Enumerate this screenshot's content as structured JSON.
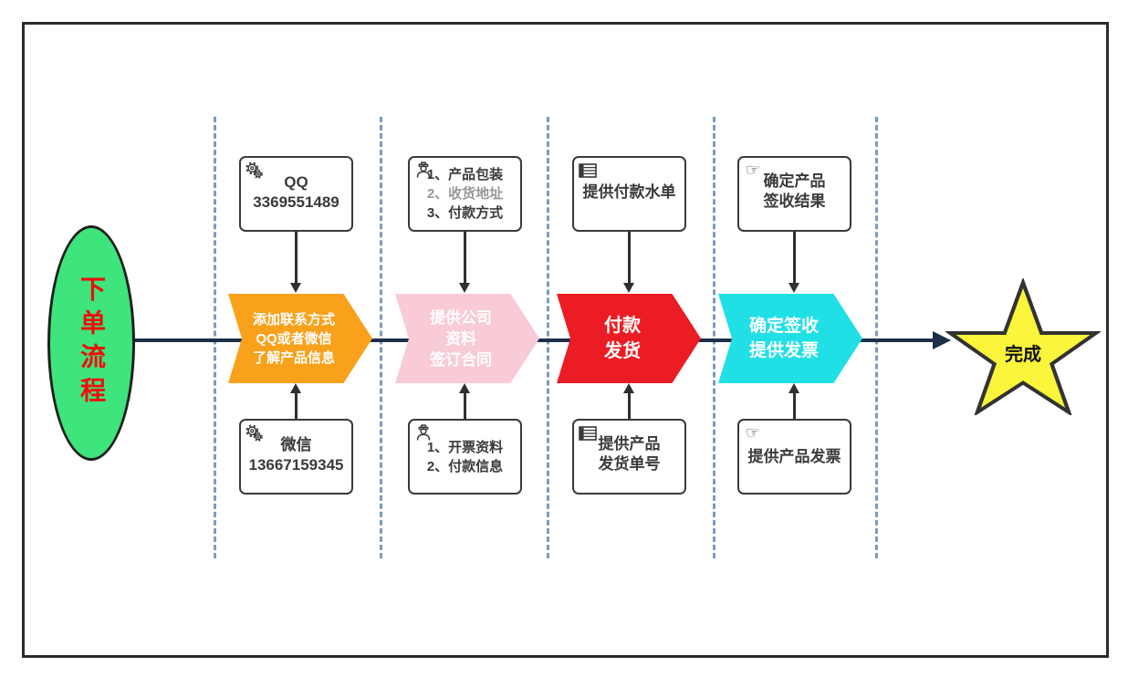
{
  "flow": {
    "start": {
      "label": "下单流程",
      "fill": "#3DE57C",
      "text_color": "#F10C0C"
    },
    "end": {
      "label": "完成",
      "fill": "#FBF53B"
    },
    "line_color": "#1C2F49",
    "lane_divider_color": "#7C9CC0",
    "hand_glyph": "☞",
    "stages": [
      {
        "chevron": {
          "fill": "#F9A11B",
          "lines": [
            "添加联系方式",
            "QQ或者微信",
            "了解产品信息"
          ]
        },
        "top_note": {
          "icon": "gears-icon",
          "lines": [
            "QQ",
            "3369551489"
          ]
        },
        "bottom_note": {
          "icon": "gears-icon",
          "lines": [
            "微信",
            "13667159345"
          ]
        }
      },
      {
        "chevron": {
          "fill": "#F8CBD6",
          "lines": [
            "提供公司",
            "资料",
            "签订合同"
          ]
        },
        "top_note": {
          "icon": "worker-icon",
          "lines": [
            "1、产品包装",
            "2、收货地址",
            "3、付款方式"
          ]
        },
        "bottom_note": {
          "icon": "worker-icon",
          "lines": [
            "1、开票资料",
            "2、付款信息"
          ]
        }
      },
      {
        "chevron": {
          "fill": "#EB1C24",
          "lines": [
            "付款",
            "发货"
          ]
        },
        "top_note": {
          "icon": "table-icon",
          "lines": [
            "提供付款水单"
          ]
        },
        "bottom_note": {
          "icon": "table-icon",
          "lines": [
            "提供产品",
            "发货单号"
          ]
        }
      },
      {
        "chevron": {
          "fill": "#20E0E6",
          "lines": [
            "确定签收",
            "提供发票"
          ]
        },
        "top_note": {
          "icon": "pointing-hand-icon",
          "lines": [
            "确定产品",
            "签收结果"
          ]
        },
        "bottom_note": {
          "icon": "pointing-hand-icon",
          "lines": [
            "提供产品发票"
          ]
        }
      }
    ]
  }
}
